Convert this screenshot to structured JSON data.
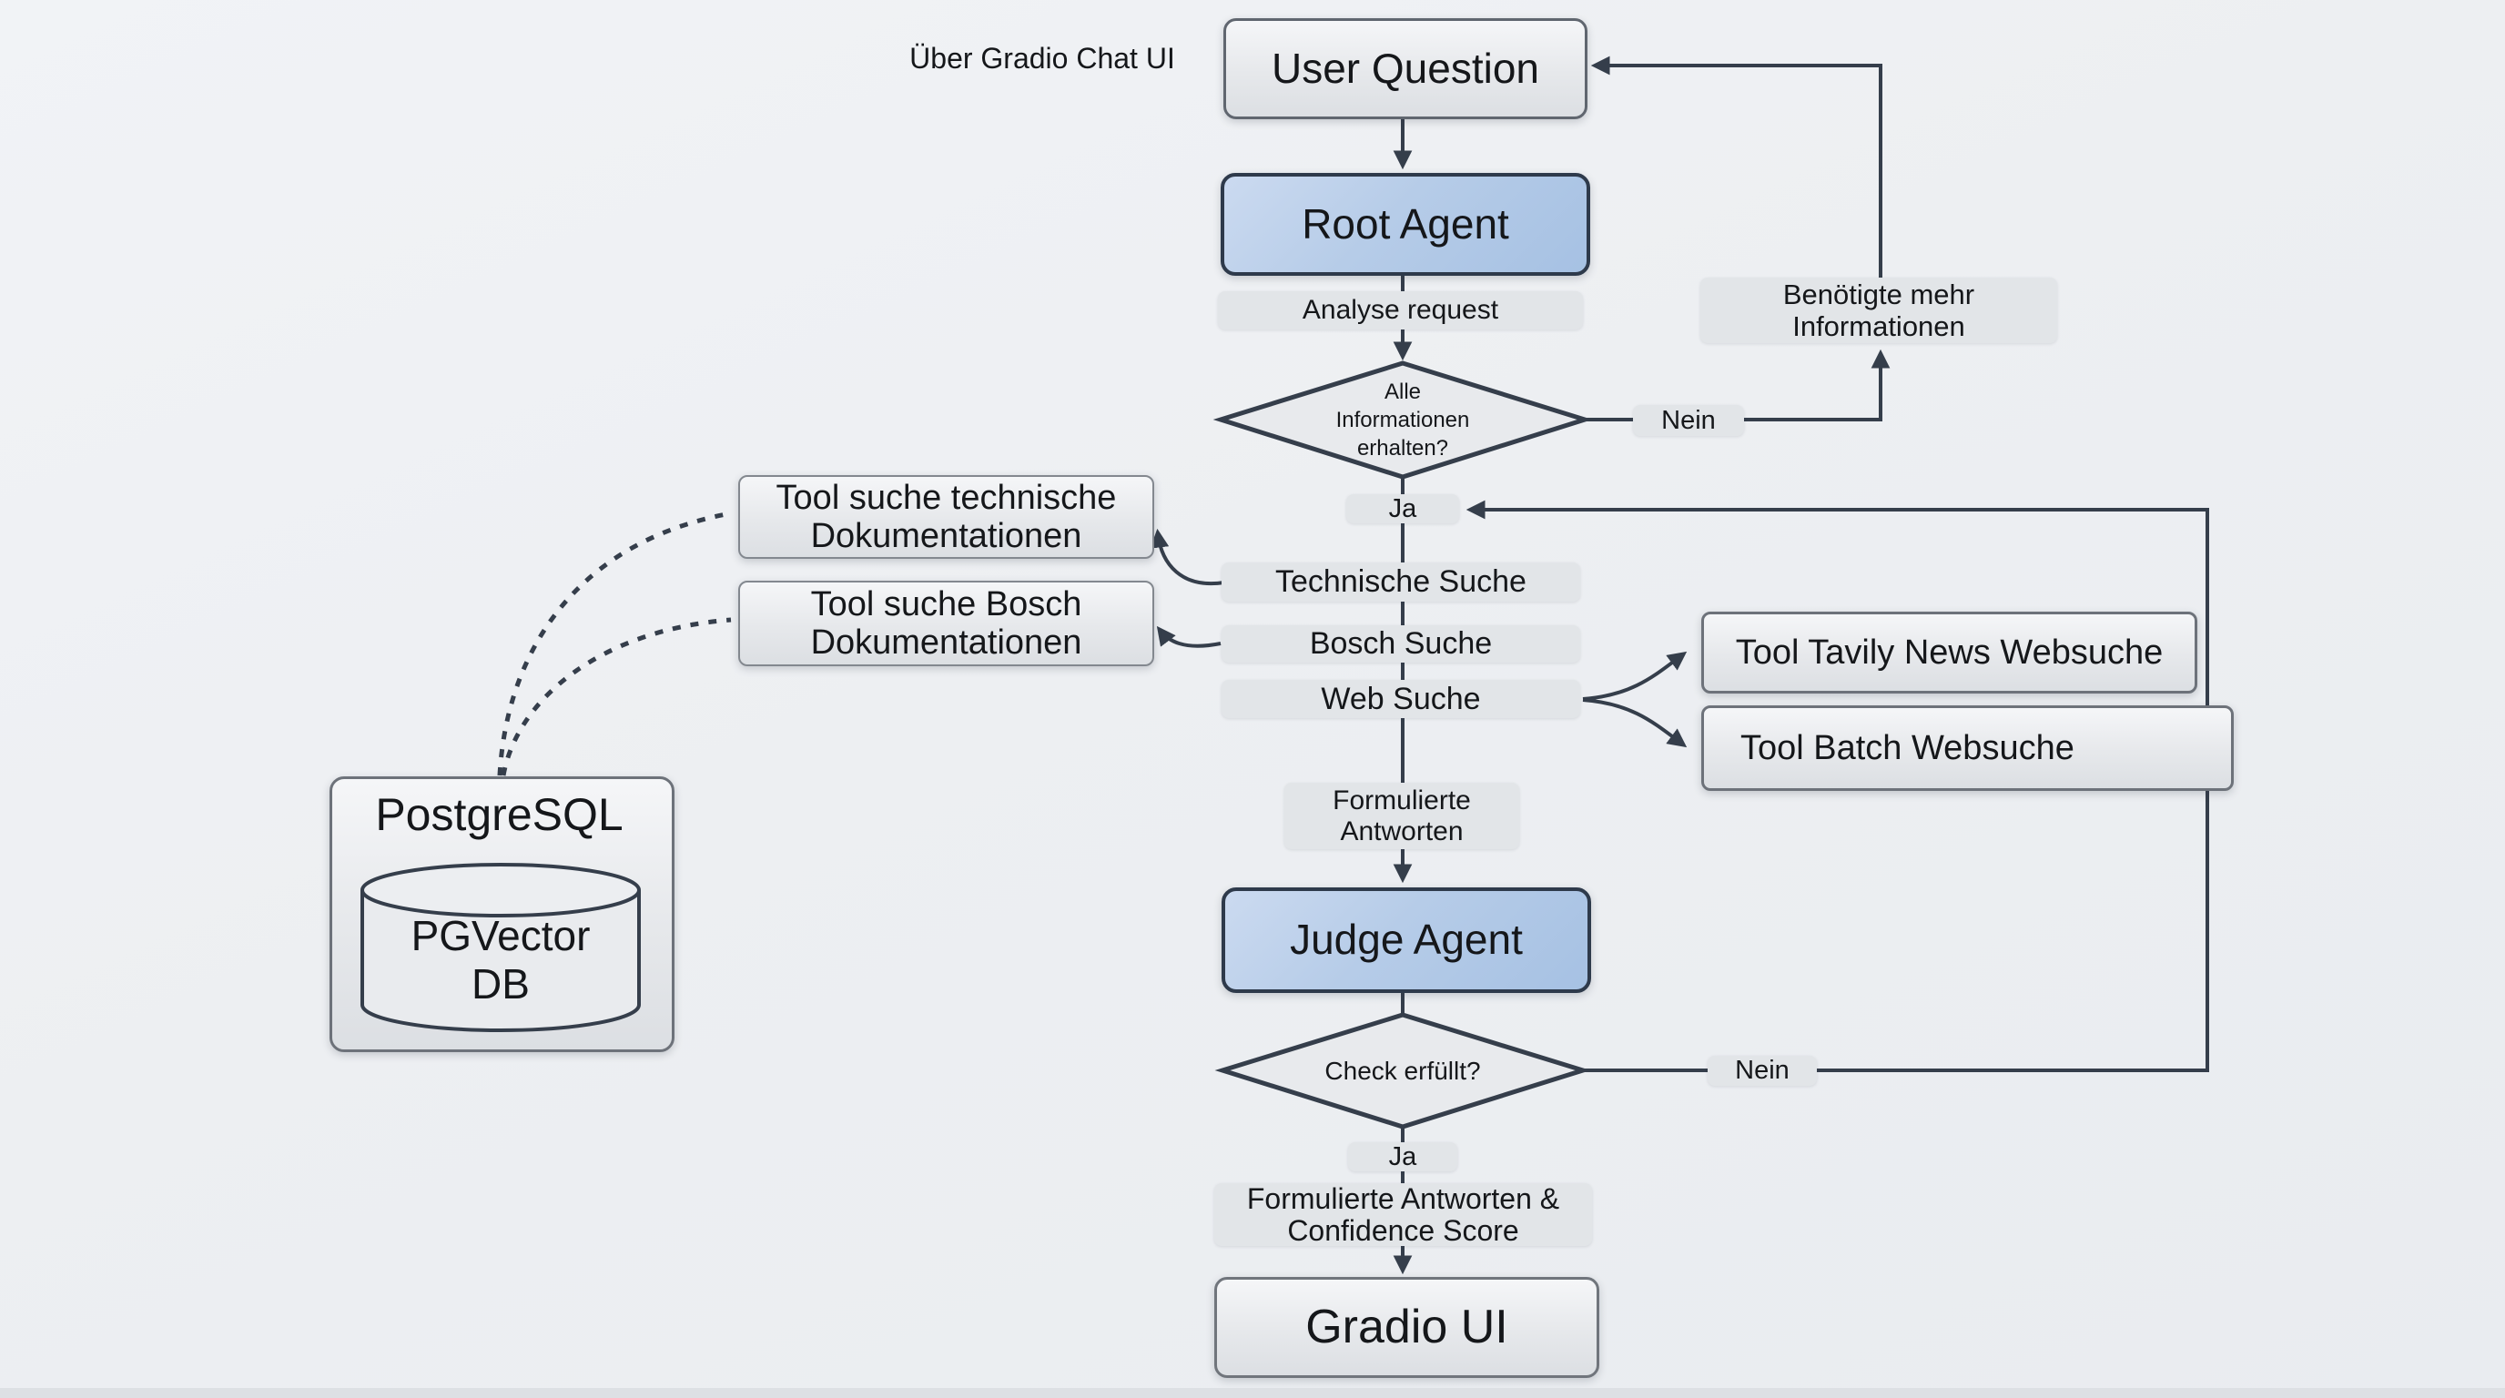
{
  "labels": {
    "top_caption": "Über Gradio Chat UI"
  },
  "nodes": {
    "user_question": {
      "label": "User Question"
    },
    "root_agent": {
      "label": "Root Agent"
    },
    "analyse_request": {
      "label": "Analyse request"
    },
    "decision_info": {
      "lines": [
        "Alle",
        "Informationen",
        "erhalten?"
      ]
    },
    "benoetigte_mehr": {
      "lines": [
        "Benötigte mehr",
        "Informationen"
      ]
    },
    "tool_tech_doc": {
      "lines": [
        "Tool suche technische",
        "Dokumentationen"
      ]
    },
    "tool_bosch_doc": {
      "lines": [
        "Tool suche Bosch",
        "Dokumentationen"
      ]
    },
    "technische_suche": {
      "label": "Technische Suche"
    },
    "bosch_suche": {
      "label": "Bosch Suche"
    },
    "web_suche": {
      "label": "Web Suche"
    },
    "tool_tavily": {
      "label": "Tool Tavily News Websuche"
    },
    "tool_batch": {
      "label": "Tool Batch Websuche"
    },
    "postgresql": {
      "label": "PostgreSQL"
    },
    "pgvector_db": {
      "lines": [
        "PGVector",
        "DB"
      ]
    },
    "formulierte_antworten": {
      "lines": [
        "Formulierte",
        "Antworten"
      ]
    },
    "judge_agent": {
      "label": "Judge Agent"
    },
    "check_erfuellt": {
      "label": "Check erfüllt?"
    },
    "formulierte_confidence": {
      "lines": [
        "Formulierte Antworten &",
        "Confidence Score"
      ]
    },
    "gradio_ui": {
      "label": "Gradio UI"
    }
  },
  "edge_labels": {
    "nein_info": "Nein",
    "ja_info": "Ja",
    "nein_check": "Nein",
    "ja_check": "Ja"
  },
  "colors": {
    "background": "#edeff2",
    "connector": "#353e4b",
    "agent_fill": "#b6cce8",
    "agent_border": "#2e3a4b",
    "node_fill": "#e9ebee",
    "band_fill": "#e2e5e8",
    "text": "#15171a"
  }
}
